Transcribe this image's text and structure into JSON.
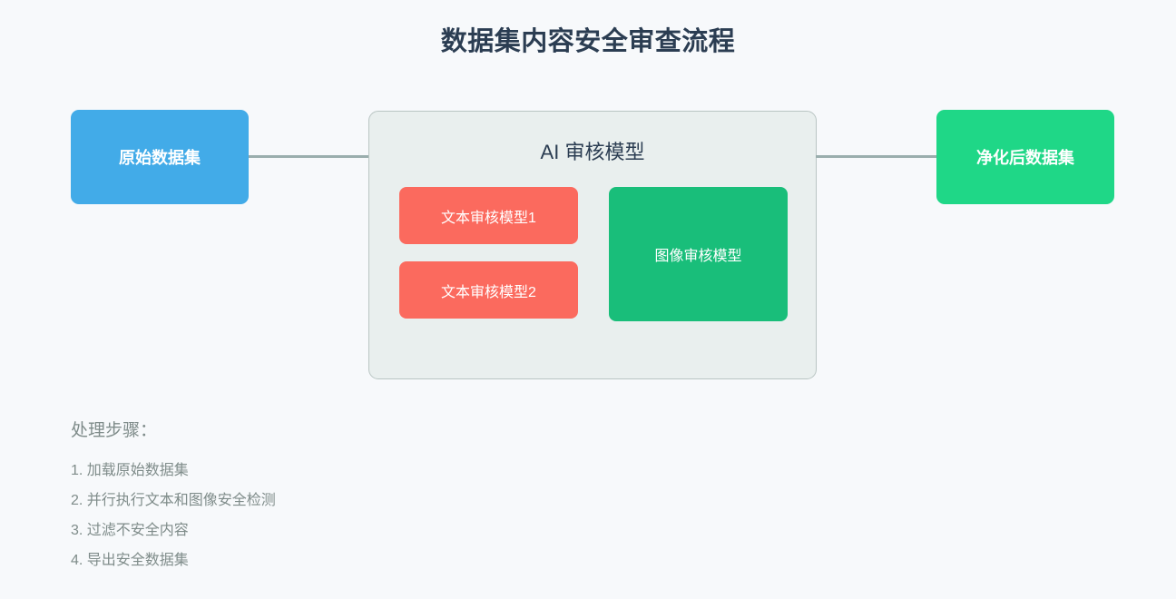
{
  "page": {
    "title": "数据集内容安全审查流程",
    "background_color": "#f7f9fb",
    "title_color": "#2b3d52"
  },
  "flow": {
    "source_node": {
      "label": "原始数据集",
      "color": "#42abe8"
    },
    "output_node": {
      "label": "净化后数据集",
      "color": "#1fd787"
    },
    "connector_color": "#9aaead",
    "container": {
      "title": "AI 审核模型",
      "background_color": "#e9efee",
      "border_color": "#b9c5c3",
      "sub_nodes": [
        {
          "label": "文本审核模型1",
          "color": "#fb6a5e",
          "kind": "text-model"
        },
        {
          "label": "文本审核模型2",
          "color": "#fb6a5e",
          "kind": "text-model"
        },
        {
          "label": "图像审核模型",
          "color": "#19be7a",
          "kind": "image-model"
        }
      ]
    }
  },
  "steps": {
    "heading": "处理步骤：",
    "text_color": "#7f8c8a",
    "items": [
      "1. 加载原始数据集",
      "2. 并行执行文本和图像安全检测",
      "3. 过滤不安全内容",
      "4. 导出安全数据集"
    ]
  }
}
